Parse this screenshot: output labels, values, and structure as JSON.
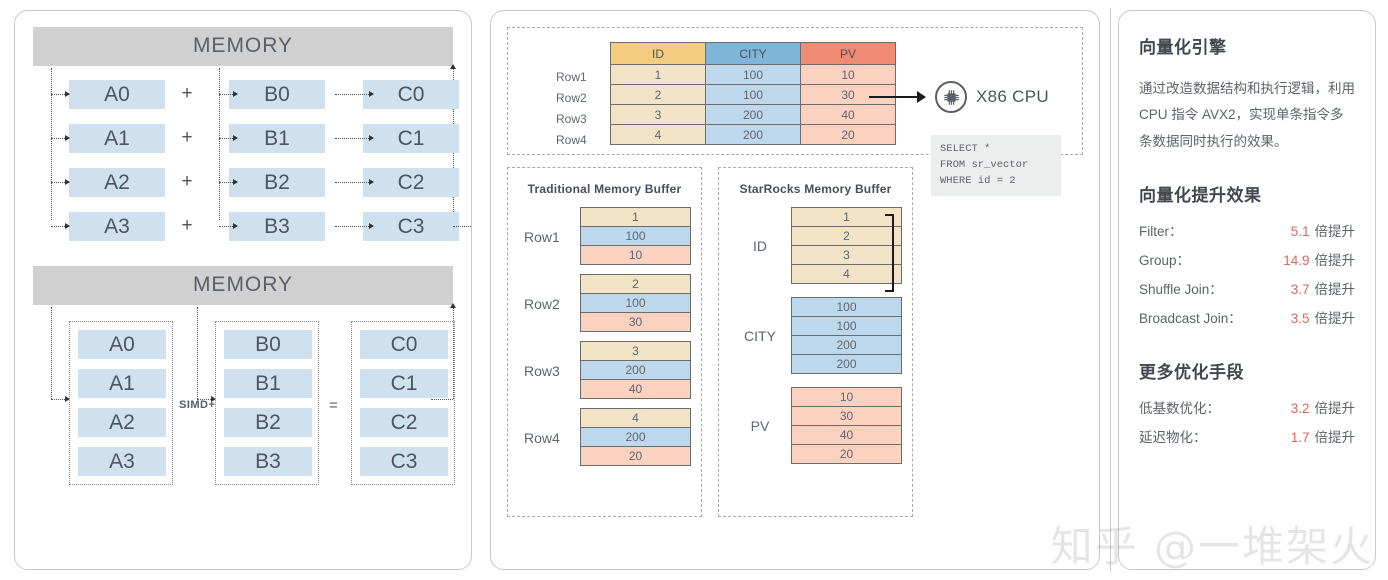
{
  "left_panel": {
    "upper": {
      "memory_label": "MEMORY",
      "rows": [
        {
          "a": "A0",
          "op": "+",
          "b": "B0",
          "c": "C0"
        },
        {
          "a": "A1",
          "op": "+",
          "b": "B1",
          "c": "C1"
        },
        {
          "a": "A2",
          "op": "+",
          "b": "B2",
          "c": "C2"
        },
        {
          "a": "A3",
          "op": "+",
          "b": "B3",
          "c": "C3"
        }
      ]
    },
    "lower": {
      "memory_label": "MEMORY",
      "op_label": "SIMD+",
      "eq_label": "=",
      "group_a": [
        "A0",
        "A1",
        "A2",
        "A3"
      ],
      "group_b": [
        "B0",
        "B1",
        "B2",
        "B3"
      ],
      "group_c": [
        "C0",
        "C1",
        "C2",
        "C3"
      ]
    }
  },
  "middle_panel": {
    "table": {
      "columns": [
        "ID",
        "CITY",
        "PV"
      ],
      "row_labels": [
        "Row1",
        "Row2",
        "Row3",
        "Row4"
      ],
      "rows": [
        [
          "1",
          "100",
          "10"
        ],
        [
          "2",
          "100",
          "30"
        ],
        [
          "3",
          "200",
          "40"
        ],
        [
          "4",
          "200",
          "20"
        ]
      ]
    },
    "traditional_buffer": {
      "title": "Traditional Memory Buffer",
      "groups": [
        {
          "label": "Row1",
          "values": [
            "1",
            "100",
            "10"
          ]
        },
        {
          "label": "Row2",
          "values": [
            "2",
            "100",
            "30"
          ]
        },
        {
          "label": "Row3",
          "values": [
            "3",
            "200",
            "40"
          ]
        },
        {
          "label": "Row4",
          "values": [
            "4",
            "200",
            "20"
          ]
        }
      ]
    },
    "starrocks_buffer": {
      "title": "StarRocks Memory Buffer",
      "groups": [
        {
          "label": "ID",
          "values": [
            "1",
            "2",
            "3",
            "4"
          ]
        },
        {
          "label": "CITY",
          "values": [
            "100",
            "100",
            "200",
            "200"
          ]
        },
        {
          "label": "PV",
          "values": [
            "10",
            "30",
            "40",
            "20"
          ]
        }
      ]
    },
    "cpu": {
      "label": "X86 CPU",
      "icon": "cpu-chip-icon"
    },
    "sql": "SELECT *\nFROM sr_vector\nWHERE id = 2"
  },
  "right_panel": {
    "section1": {
      "heading": "向量化引擎",
      "body": "通过改造数据结构和执行逻辑，利用 CPU 指令 AVX2，实现单条指令多条数据同时执行的效果。"
    },
    "section2": {
      "heading": "向量化提升效果",
      "metrics": [
        {
          "name": "Filter：",
          "value": "5.1",
          "unit": "倍提升"
        },
        {
          "name": "Group：",
          "value": "14.9",
          "unit": "倍提升"
        },
        {
          "name": "Shuffle Join：",
          "value": "3.7",
          "unit": "倍提升"
        },
        {
          "name": "Broadcast Join：",
          "value": "3.5",
          "unit": "倍提升"
        }
      ]
    },
    "section3": {
      "heading": "更多优化手段",
      "metrics": [
        {
          "name": "低基数优化：",
          "value": "3.2",
          "unit": "倍提升"
        },
        {
          "name": "延迟物化：",
          "value": "1.7",
          "unit": "倍提升"
        }
      ]
    }
  },
  "watermark": "知乎 @一堆架火",
  "colors": {
    "id_header": "#f5cc7f",
    "city_header": "#7eb5d9",
    "pv_header": "#f08a72",
    "id_cell": "#f2e3c6",
    "city_cell": "#bdd7ec",
    "pv_cell": "#fbd2c0",
    "memory_bar": "#d0d0d0",
    "block_blue": "#cfe0ee",
    "accent_red": "#d9685a"
  }
}
